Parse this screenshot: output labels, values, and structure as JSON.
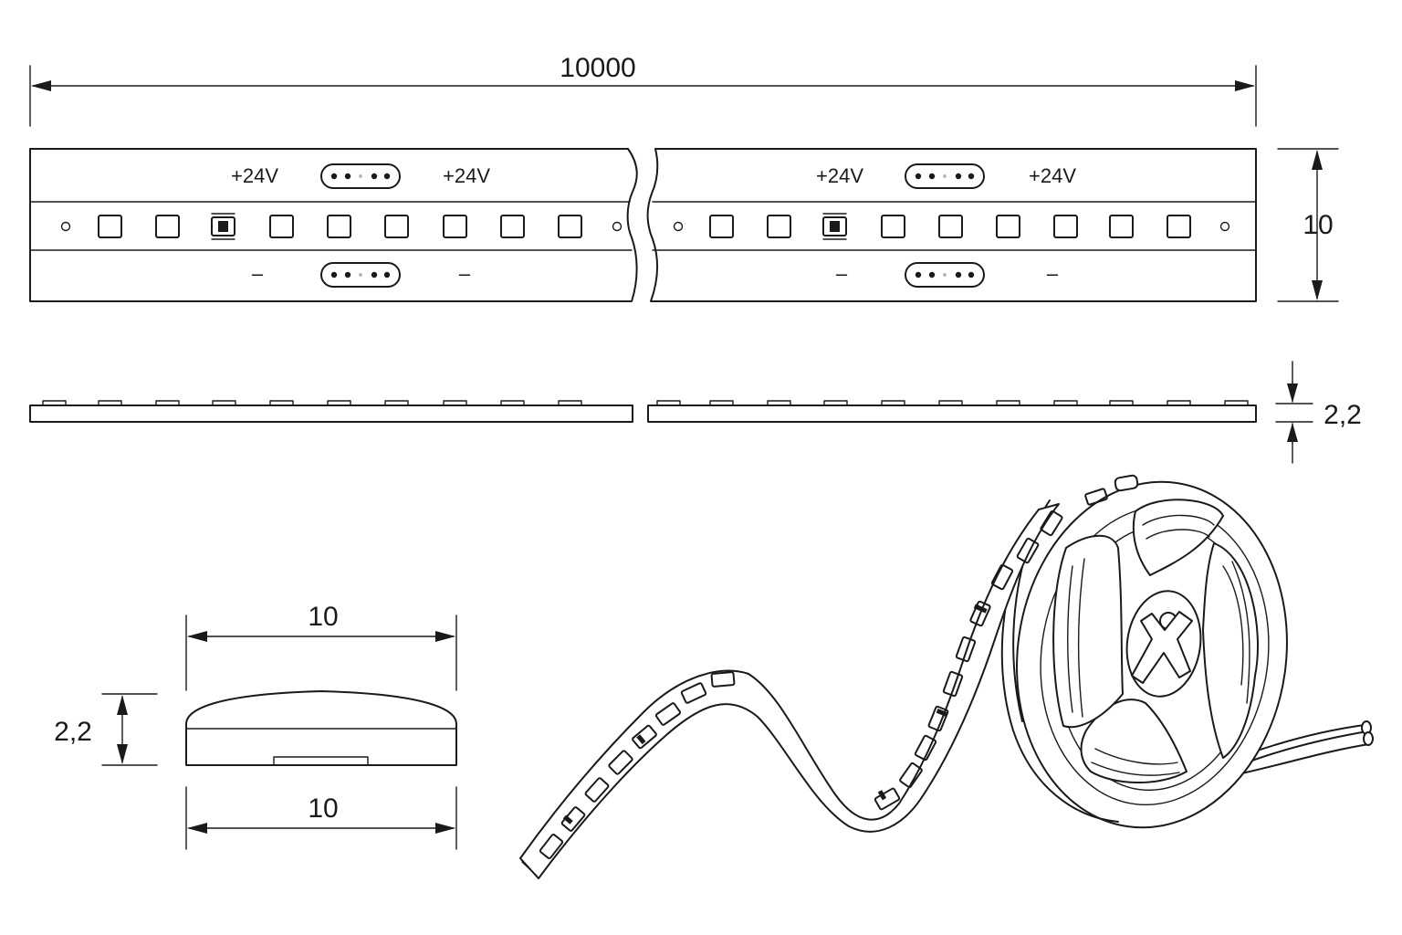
{
  "dimensions": {
    "length": "10000",
    "width": "10",
    "height": "2,2",
    "section_width_top": "10",
    "section_width_bottom": "10",
    "section_height": "2,2"
  },
  "strip_labels": {
    "positive": "+24V",
    "negative": "–"
  }
}
